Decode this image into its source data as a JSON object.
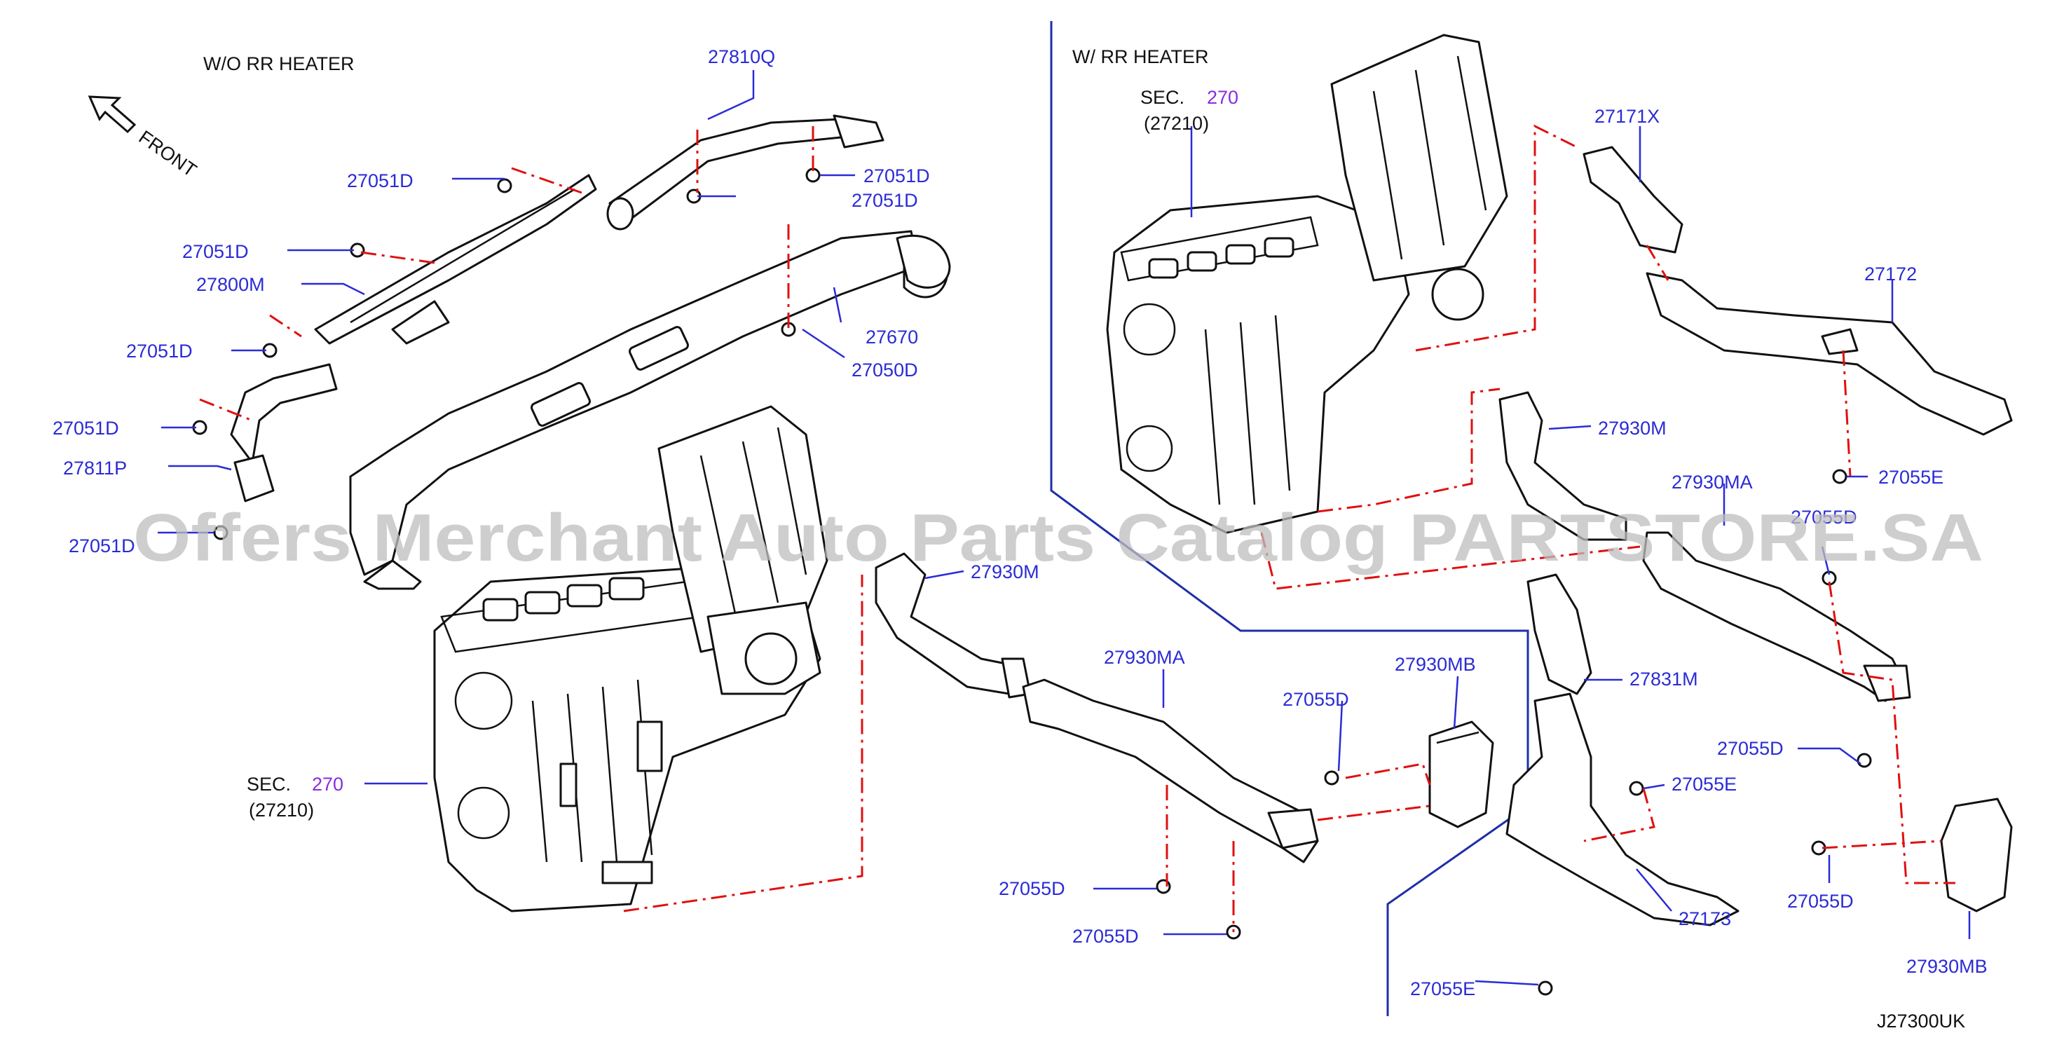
{
  "headings": {
    "left": "W/O   RR   HEATER",
    "right": "W/   RR   HEATER",
    "front": "FRONT"
  },
  "sections": {
    "left": {
      "prefix": "SEC.",
      "number": "270",
      "sub": "(27210)"
    },
    "right": {
      "prefix": "SEC.",
      "number": "270",
      "sub": "(27210)"
    }
  },
  "labels": {
    "l_27810Q": "27810Q",
    "l_27051D_a": "27051D",
    "l_27051D_b": "27051D",
    "l_27051D_c": "27051D",
    "l_27051D_d": "27051D",
    "l_27051D_e": "27051D",
    "l_27051D_f": "27051D",
    "l_27051D_g": "27051D",
    "l_27800M": "27800M",
    "l_27670": "27670",
    "l_27050D": "27050D",
    "l_27811P": "27811P",
    "l_27930M_a": "27930M",
    "l_27930MA_a": "27930MA",
    "l_27930MB_a": "27930MB",
    "l_27055D_a": "27055D",
    "l_27055D_b": "27055D",
    "l_27055D_c": "27055D",
    "l_27171X": "27171X",
    "l_27172": "27172",
    "l_27930M_b": "27930M",
    "l_27055E_a": "27055E",
    "l_27930MA_b": "27930MA",
    "l_27055D_d": "27055D",
    "l_27831M": "27831M",
    "l_27055D_e": "27055D",
    "l_27055E_b": "27055E",
    "l_27055D_f": "27055D",
    "l_27173": "27173",
    "l_27930MB_b": "27930MB",
    "l_27055E_c": "27055E"
  },
  "code": "J27300UK",
  "watermark": "Offers Merchant Auto Parts Catalog PARTSTORE.SA",
  "colors": {
    "label": "#2b2bd6",
    "dash": "#e01010",
    "separator": "#1f2fa8",
    "section_number": "#8a2be2"
  }
}
